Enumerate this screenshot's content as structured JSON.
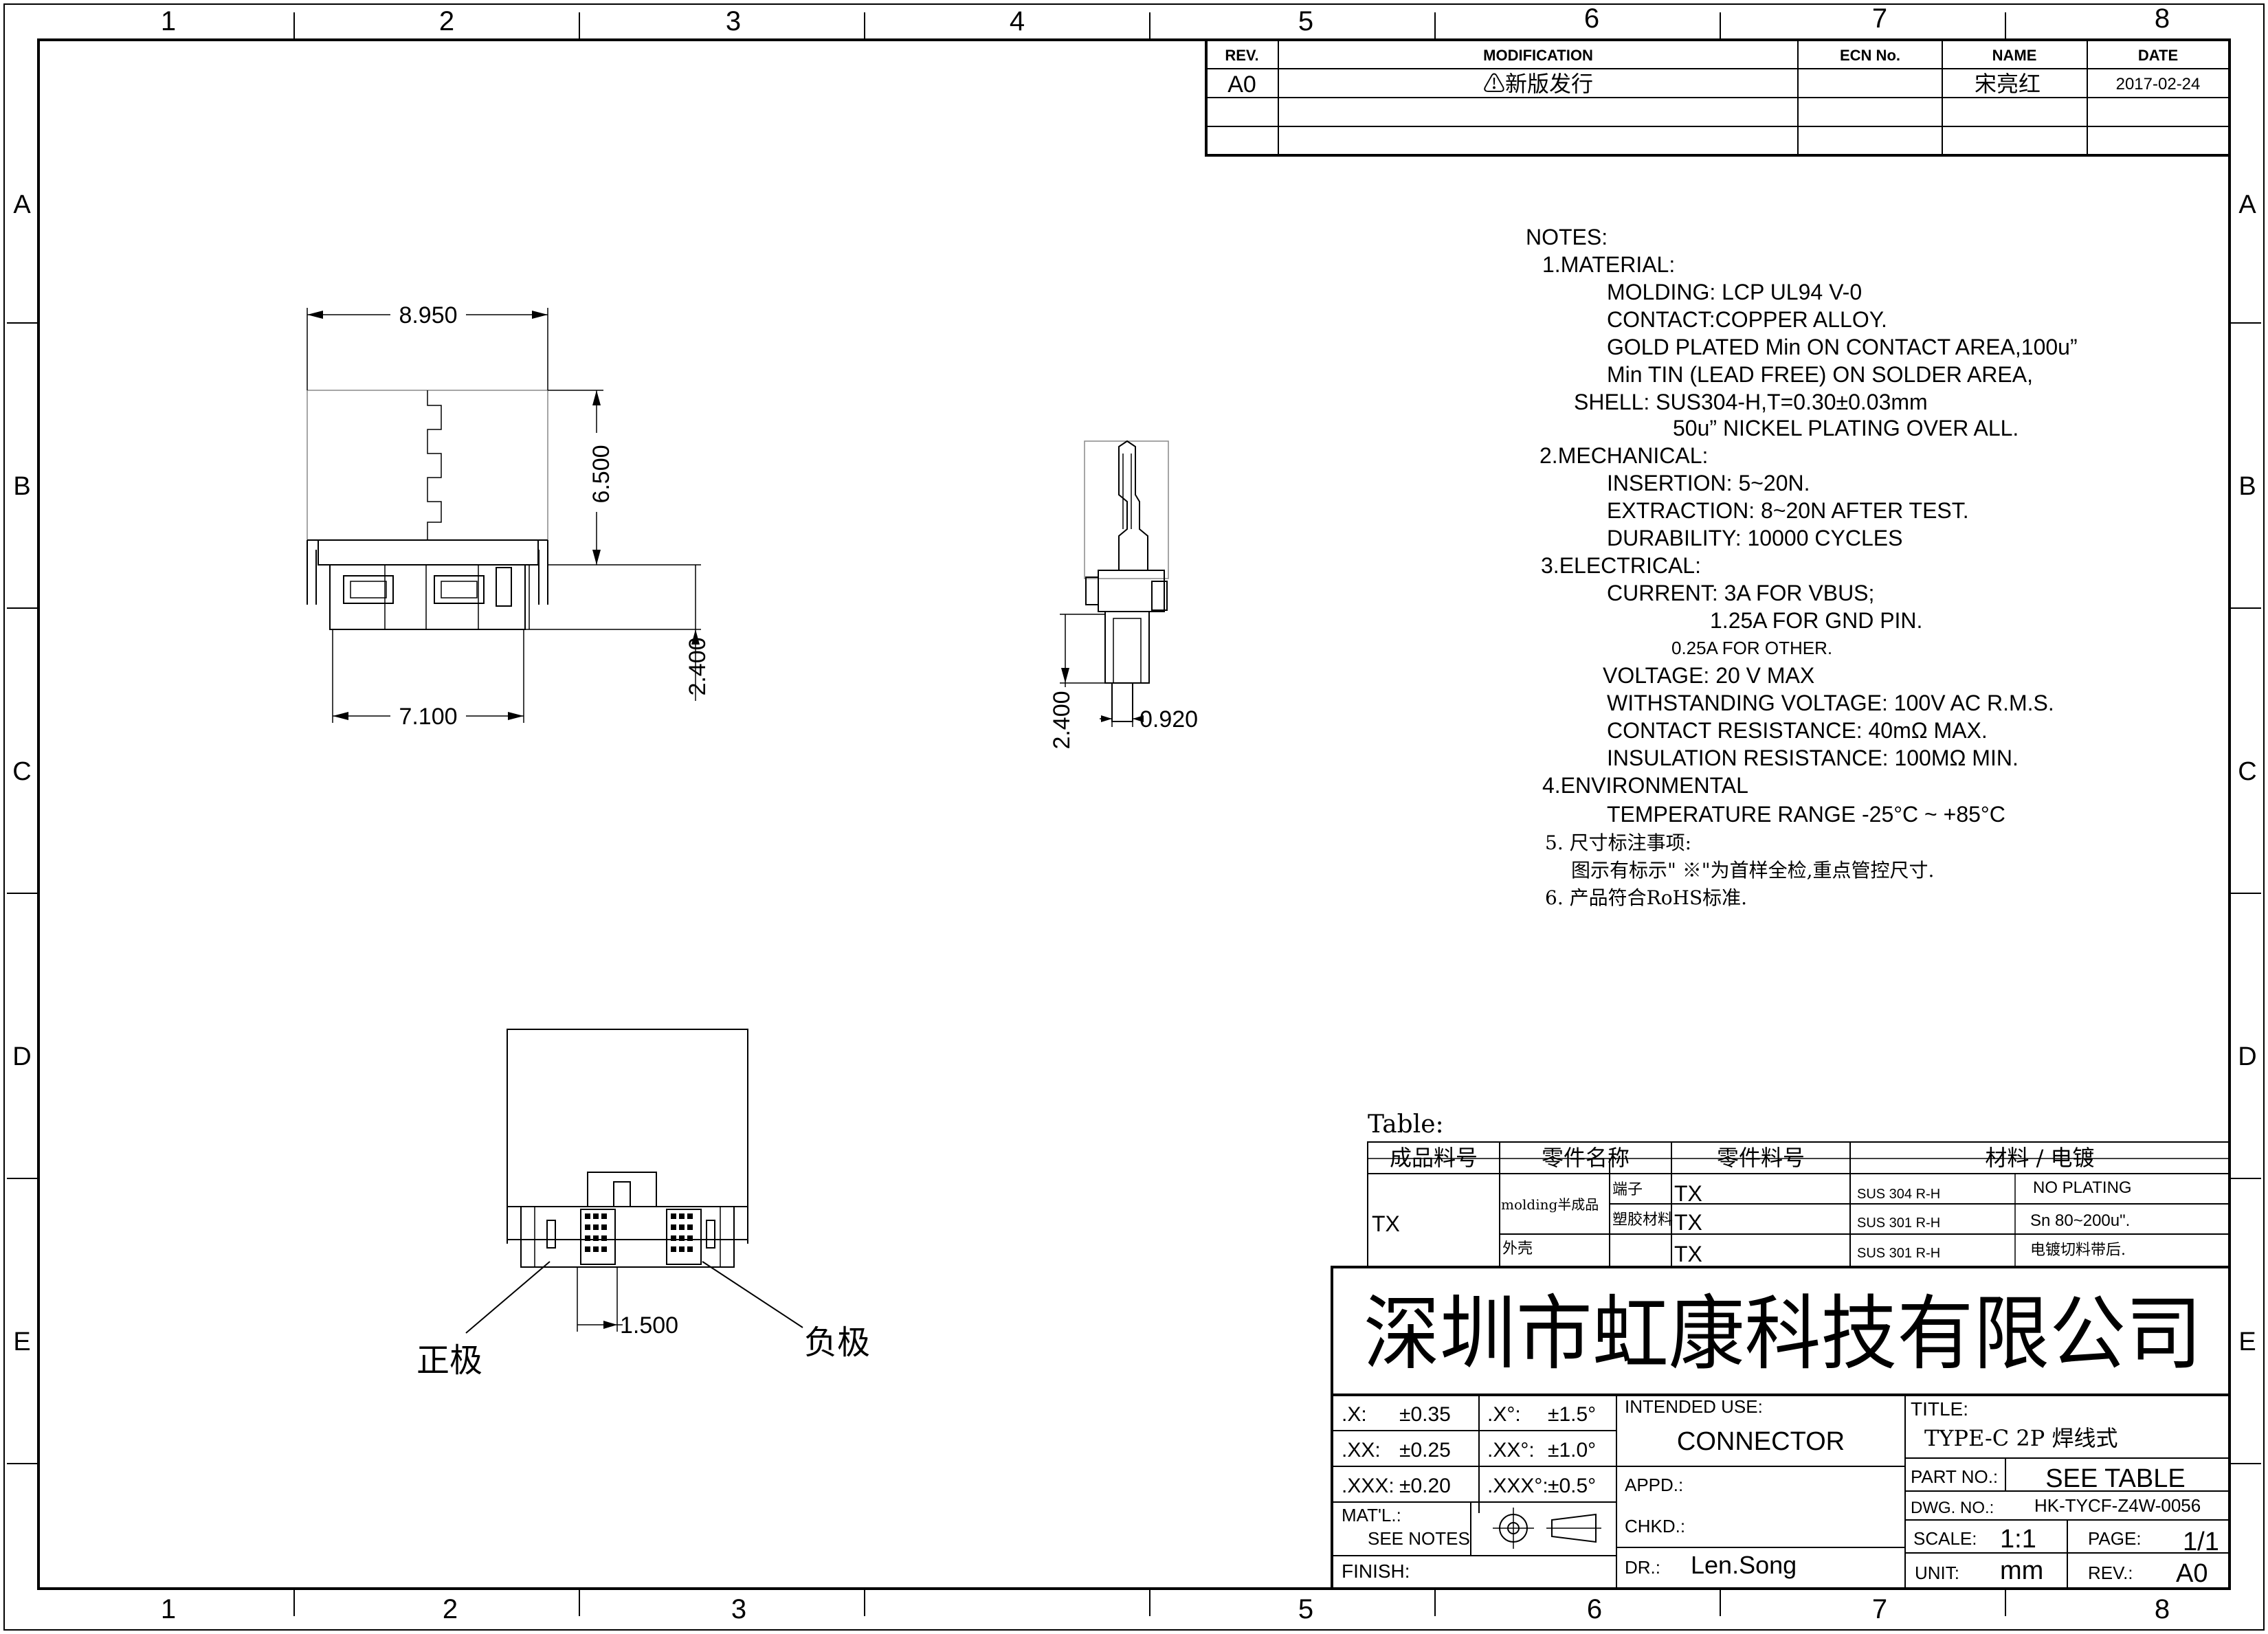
{
  "border": {
    "columns": [
      "1",
      "2",
      "3",
      "4",
      "5",
      "6",
      "7",
      "8"
    ],
    "rows": [
      "A",
      "B",
      "C",
      "D",
      "E"
    ]
  },
  "revision_table": {
    "headers": {
      "rev": "REV.",
      "modification": "MODIFICATION",
      "ecn": "ECN No.",
      "name": "NAME",
      "date": "DATE"
    },
    "rows": [
      {
        "rev": "A0",
        "modification": "⚠新版发行",
        "ecn": "",
        "name": "宋亮红",
        "date": "2017-02-24"
      }
    ]
  },
  "notes": {
    "heading": "NOTES:",
    "lines": [
      "1.MATERIAL:",
      "MOLDING: LCP UL94 V-0",
      "CONTACT:COPPER ALLOY.",
      "GOLD PLATED Min ON CONTACT AREA,100u”",
      "Min TIN (LEAD FREE) ON SOLDER AREA,",
      "SHELL: SUS304-H,T=0.30±0.03mm",
      "50u” NICKEL PLATING OVER ALL.",
      "2.MECHANICAL:",
      "INSERTION: 5~20N.",
      "EXTRACTION: 8~20N AFTER TEST.",
      "DURABILITY: 10000 CYCLES",
      "3.ELECTRICAL:",
      "CURRENT: 3A FOR VBUS;",
      "1.25A FOR GND PIN.",
      "0.25A FOR OTHER.",
      "VOLTAGE: 20 V MAX",
      "WITHSTANDING VOLTAGE: 100V AC R.M.S.",
      "CONTACT RESISTANCE: 40mΩ MAX.",
      "INSULATION RESISTANCE: 100MΩ MIN.",
      "4.ENVIRONMENTAL",
      "TEMPERATURE RANGE -25°C ~ +85°C",
      "5. 尺寸标注事项:",
      "图示有标示\" ※\"为首样全检,重点管控尺寸.",
      "6. 产品符合RoHS标准."
    ]
  },
  "dimensions": {
    "top_width": "8.950",
    "height": "6.500",
    "bottom_width": "7.100",
    "pin_length": "2.400",
    "side_pin_length": "2.400",
    "side_thickness": "0.920",
    "pin_pitch": "1.500"
  },
  "labels": {
    "positive": "正极",
    "negative": "负极"
  },
  "parts_table": {
    "caption": "Table:",
    "headers": [
      "成品料号",
      "零件名称",
      "零件料号",
      "材料 / 电镀"
    ],
    "product_no": "TX",
    "group_name": "molding半成品",
    "rows": [
      {
        "name": "端子",
        "part_no": "TX",
        "material": "SUS 304 R-H",
        "plating": "NO PLATING"
      },
      {
        "name": "塑胶材料",
        "part_no": "TX",
        "material": "SUS 301 R-H",
        "plating": "Sn 80~200u\"."
      },
      {
        "name": "外壳",
        "part_no": "TX",
        "material": "SUS 301 R-H",
        "plating": "电镀切料带后."
      }
    ]
  },
  "title_block": {
    "company": "深圳市虹康科技有限公司",
    "tolerances": [
      {
        "a_label": ".X:",
        "a_val": "±0.35",
        "b_label": ".X°:",
        "b_val": "±1.5°"
      },
      {
        "a_label": ".XX:",
        "a_val": "±0.25",
        "b_label": ".XX°:",
        "b_val": "±1.0°"
      },
      {
        "a_label": ".XXX:",
        "a_val": "±0.20",
        "b_label": ".XXX°:",
        "b_val": "±0.5°"
      }
    ],
    "matl_label": "MAT'L.:",
    "matl_value": "SEE NOTES",
    "finish_label": "FINISH:",
    "intended_use_label": "INTENDED USE:",
    "intended_use": "CONNECTOR",
    "appd_label": "APPD.:",
    "chkd_label": "CHKD.:",
    "dr_label": "DR.:",
    "dr_value": "Len.Song",
    "title_label": "TITLE:",
    "title_value": "TYPE-C 2P 焊线式",
    "part_no_label": "PART NO.:",
    "part_no_value": "SEE TABLE",
    "dwg_no_label": "DWG. NO.:",
    "dwg_no_value": "HK-TYCF-Z4W-0056",
    "scale_label": "SCALE:",
    "scale_value": "1:1",
    "page_label": "PAGE:",
    "page_value": "1/1",
    "unit_label": "UNIT:",
    "unit_value": "mm",
    "rev_label": "REV.:",
    "rev_value": "A0"
  }
}
